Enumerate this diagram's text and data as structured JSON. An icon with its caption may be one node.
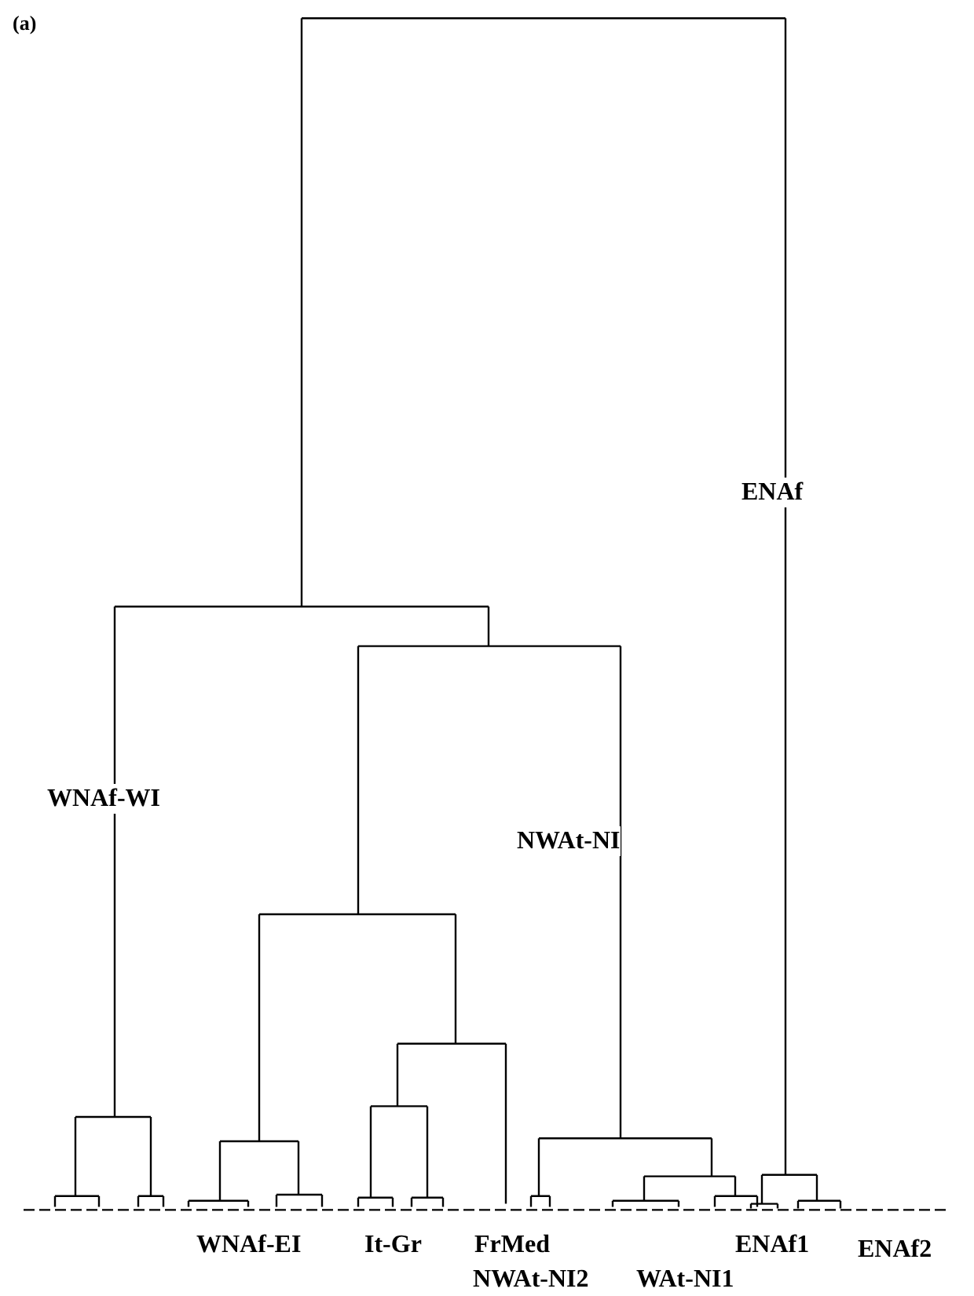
{
  "diagram": {
    "labels": [
      "(a)",
      "ENAf",
      "WNAf-WI",
      "NWAt-NI",
      "WNAf-EI",
      "It-Gr",
      "FrMed",
      "ENAf1",
      "ENAf2",
      "NWAt-NI2",
      "WAt-NI1"
    ]
  }
}
